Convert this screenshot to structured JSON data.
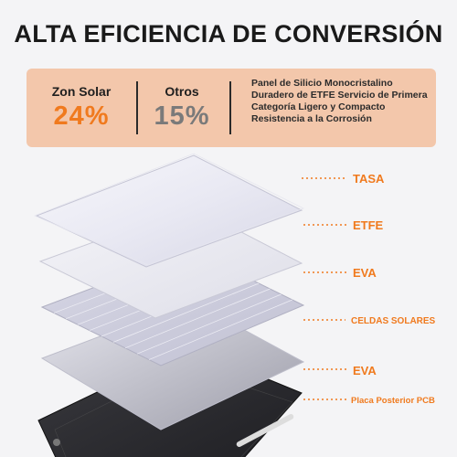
{
  "title": "ALTA EFICIENCIA DE CONVERSIÓN",
  "comparison": {
    "primary_label": "Zon Solar",
    "primary_value": "24%",
    "secondary_label": "Otros",
    "secondary_value": "15%",
    "description": "Panel de Silicio Monocristalino Duradero de ETFE Servicio de Primera Categoría Ligero y Compacto Resistencia a la Corrosión"
  },
  "layers": [
    {
      "label": "TASA"
    },
    {
      "label": "ETFE"
    },
    {
      "label": "EVA"
    },
    {
      "label": "CELDAS SOLARES"
    },
    {
      "label": "EVA"
    },
    {
      "label": "Placa Posterior PCB"
    }
  ],
  "colors": {
    "accent": "#f07a1e",
    "panel_bg": "#f3c7ab",
    "muted_value": "#7a7a7a"
  }
}
